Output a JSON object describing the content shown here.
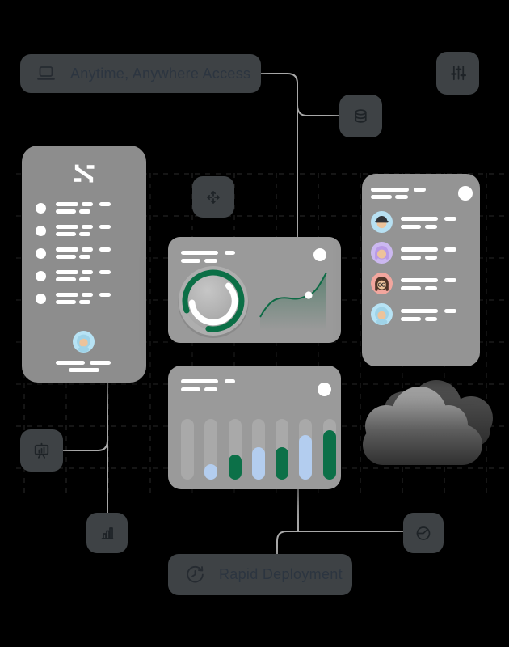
{
  "badges": {
    "access": {
      "label": "Anytime, Anywhere Access",
      "icon": "laptop-icon"
    },
    "deployment": {
      "label": "Rapid Deployment",
      "icon": "clock-refresh-icon"
    }
  },
  "icon_buttons": [
    {
      "name": "sliders-button",
      "icon": "vertical-sliders-icon"
    },
    {
      "name": "database-button",
      "icon": "database-icon"
    },
    {
      "name": "move-button",
      "icon": "move-arrows-icon"
    },
    {
      "name": "whiteboard-button",
      "icon": "presentation-chart-icon"
    },
    {
      "name": "bar-chart-button",
      "icon": "column-chart-icon"
    },
    {
      "name": "pie-chart-button",
      "icon": "pie-chart-icon"
    }
  ],
  "colors": {
    "background": "#000000",
    "badge_bg": "#3e4245",
    "badge_text": "#2c3540",
    "card_gray": "#969696",
    "skeleton_white": "#ffffff",
    "accent_green": "#0c7048",
    "accent_blue": "#b3cdef",
    "bar_track": "#a9a9a9",
    "connector": "#a8a8a8",
    "grid": "#2c2c2c"
  },
  "left_panel": {
    "logo": "abstract-s-mark",
    "list_item_count": 5,
    "footer_avatar": {
      "avatar": "headscarf",
      "bg": "#b7e3f5"
    }
  },
  "team_panel": {
    "users": [
      {
        "avatar": "hat",
        "bg": "#b7e0f2"
      },
      {
        "avatar": "purple-hair",
        "bg": "#cbb8f0"
      },
      {
        "avatar": "glasses",
        "bg": "#f2a69e"
      },
      {
        "avatar": "headscarf",
        "bg": "#b7e3f5"
      }
    ]
  },
  "gauge": {
    "green": {
      "start": 200,
      "sweep": 300,
      "color": "#0b6f46"
    },
    "white": {
      "start": 45,
      "sweep": 220,
      "color": "#ffffff"
    }
  },
  "chart_data": {
    "type": "bar",
    "title": "",
    "values_pct": [
      0,
      25,
      41,
      54,
      53,
      73,
      81
    ],
    "bar_colors": [
      "none",
      "blue",
      "green",
      "blue",
      "green",
      "blue",
      "green"
    ],
    "palette": {
      "none": "transparent",
      "blue": "#b3cdef",
      "green": "#0c7048"
    },
    "ylim": [
      0,
      100
    ],
    "grid": false
  }
}
